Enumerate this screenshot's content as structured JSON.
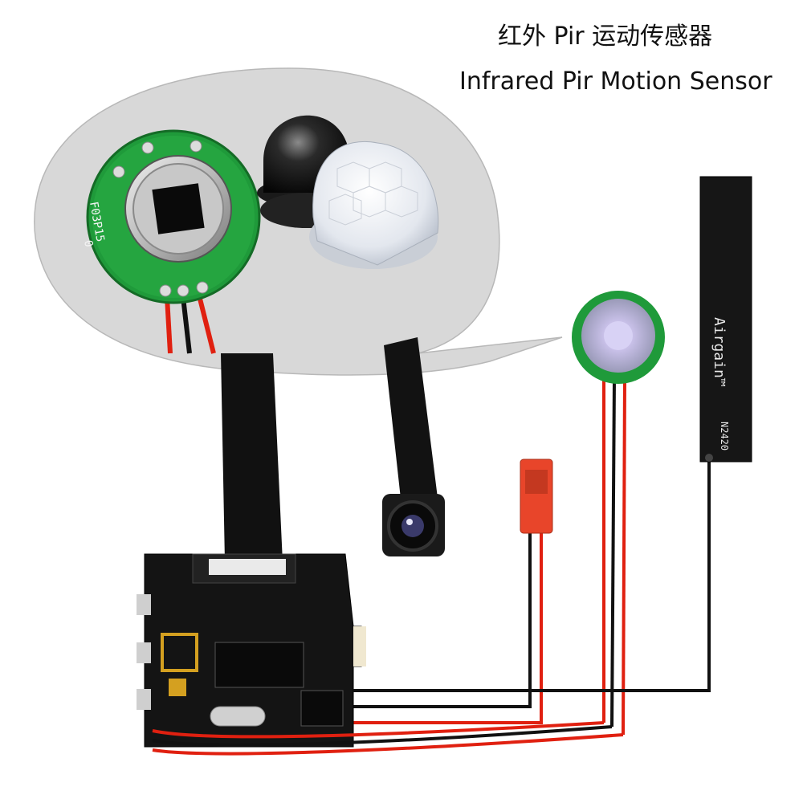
{
  "title_cn": "红外 Pir 运动传感器",
  "title_en": "Infrared Pir Motion Sensor",
  "labels": {
    "pir_chip": "F03P15",
    "pir_chip_suffix": "0",
    "antenna_brand": "Airgain™",
    "antenna_model": "N2420"
  },
  "colors": {
    "pcb_green": "#1f9a3a",
    "board_black": "#141414",
    "wire_red": "#e02010",
    "wire_black": "#111111",
    "connector_red": "#e8452a",
    "bubble_gray": "#d6d6d6"
  }
}
